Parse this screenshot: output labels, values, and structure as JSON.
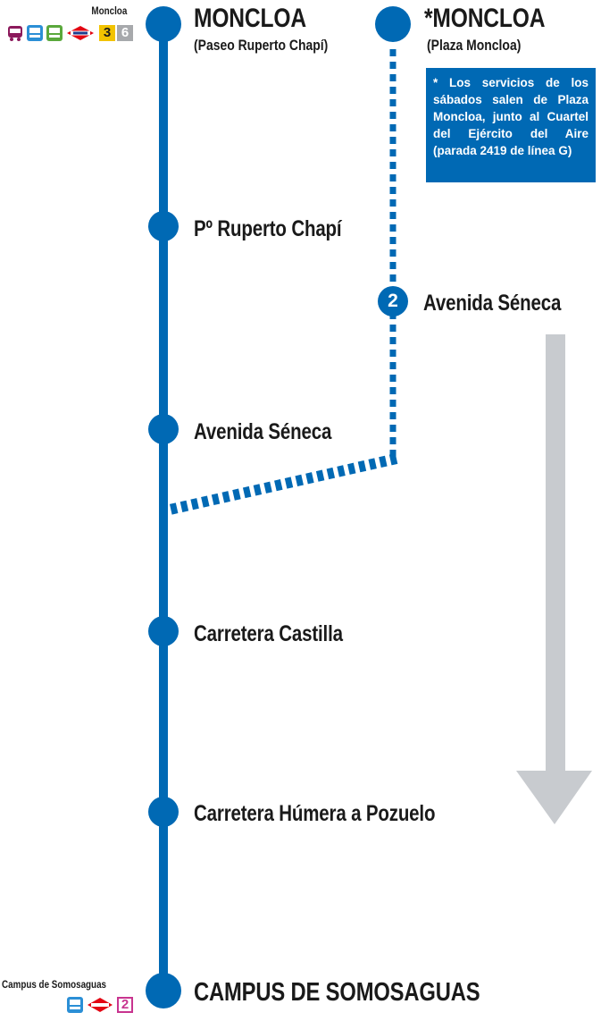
{
  "colors": {
    "route_blue": "#0069b4",
    "arrow_gray": "#c8cbcf",
    "text_dark": "#1a1a1a",
    "metro_3_yellow": "#f2c300",
    "metro_6_gray": "#a7a9ac",
    "metro_2_magenta": "#c8348f",
    "bus_purple": "#8c1a5c",
    "bus_blue": "#2b8fd6",
    "bus_green": "#5aa83c",
    "renfe_red": "#e30613"
  },
  "top_icons": {
    "place_name": "Moncloa",
    "metro_lines": [
      "3",
      "6"
    ]
  },
  "bottom_icons": {
    "place_name": "Campus de Somosaguas",
    "metro_ligero_line": "2"
  },
  "main_route": {
    "stops": [
      {
        "name": "MONCLOA",
        "sub": "(Paseo Ruperto Chapí)"
      },
      {
        "name": "Pº Ruperto Chapí"
      },
      {
        "name": "Avenida Séneca"
      },
      {
        "name": "Carretera Castilla"
      },
      {
        "name": "Carretera Húmera a Pozuelo"
      },
      {
        "name": "CAMPUS DE SOMOSAGUAS"
      }
    ]
  },
  "saturday_route": {
    "start": {
      "name": "*MONCLOA",
      "sub": "(Plaza Moncloa)"
    },
    "stop_number": "2",
    "stop_name": "Avenida Séneca",
    "note": "* Los servicios de los sábados salen de Plaza Moncloa, junto al Cuartel del Ejército del Aire (parada 2419 de línea G)"
  },
  "direction_arrow": "down"
}
